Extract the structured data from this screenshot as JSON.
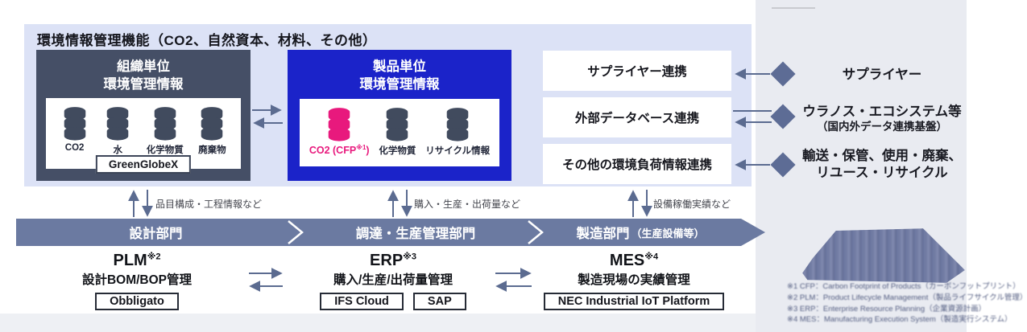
{
  "colors": {
    "panel_bg": "#dce2f6",
    "org_box_bg": "#454f66",
    "product_box_bg": "#1b23c9",
    "highlight_pink": "#e8197d",
    "band_bg": "#6b7aa1",
    "arrow": "#5b6b90",
    "right_bg": "#e9ebf1"
  },
  "panel": {
    "title": "環境情報管理機能（CO2、自然資本、材料、その他）",
    "org_box": {
      "title_line1": "組織単位",
      "title_line2": "環境管理情報",
      "databases": [
        {
          "label": "CO2"
        },
        {
          "label": "水"
        },
        {
          "label": "化学物質"
        },
        {
          "label": "廃棄物"
        }
      ],
      "badge": "GreenGlobeX"
    },
    "product_box": {
      "title_line1": "製品単位",
      "title_line2": "環境管理情報",
      "databases": [
        {
          "label": "CO2 (CFP",
          "sup": "※1",
          "suffix": ")"
        },
        {
          "label": "化学物質"
        },
        {
          "label": "リサイクル情報"
        }
      ]
    },
    "link_boxes": [
      {
        "label": "サプライヤー連携"
      },
      {
        "label": "外部データベース連携"
      },
      {
        "label": "その他の環境負荷情報連携"
      }
    ]
  },
  "external_partners": [
    {
      "label": "サプライヤー"
    },
    {
      "label": "ウラノス・エコシステム等",
      "sub": "（国内外データ連携基盤）"
    },
    {
      "label": "輸送・保管、使用・廃棄、",
      "label2": "リユース・リサイクル"
    }
  ],
  "flow_annotations": [
    {
      "label": "品目構成・工程情報など"
    },
    {
      "label": "購入・生産・出荷量など"
    },
    {
      "label": "設備稼働実績など"
    }
  ],
  "departments": [
    {
      "label": "設計部門"
    },
    {
      "label": "調達・生産管理部門"
    },
    {
      "label": "製造部門",
      "sub": "（生産設備等）"
    }
  ],
  "systems": [
    {
      "acronym": "PLM",
      "sup": "※2",
      "desc": "設計BOM/BOP管理",
      "badges": [
        "Obbligato"
      ]
    },
    {
      "acronym": "ERP",
      "sup": "※3",
      "desc": "購入/生産/出荷量管理",
      "badges": [
        "IFS Cloud",
        "SAP"
      ]
    },
    {
      "acronym": "MES",
      "sup": "※4",
      "desc": "製造現場の実績管理",
      "badges": [
        "NEC Industrial IoT Platform"
      ]
    }
  ],
  "footnotes": [
    {
      "text": "※1 CFP：Carbon Footprint of Products（カーボンフットプリント）"
    },
    {
      "text": "※2 PLM：Product Lifecycle Management（製品ライフサイクル管理）"
    },
    {
      "text": "※3 ERP：Enterprise Resource Planning（企業資源計画）"
    },
    {
      "text": "※4 MES：Manufacturing Execution System（製造実行システム）"
    }
  ]
}
